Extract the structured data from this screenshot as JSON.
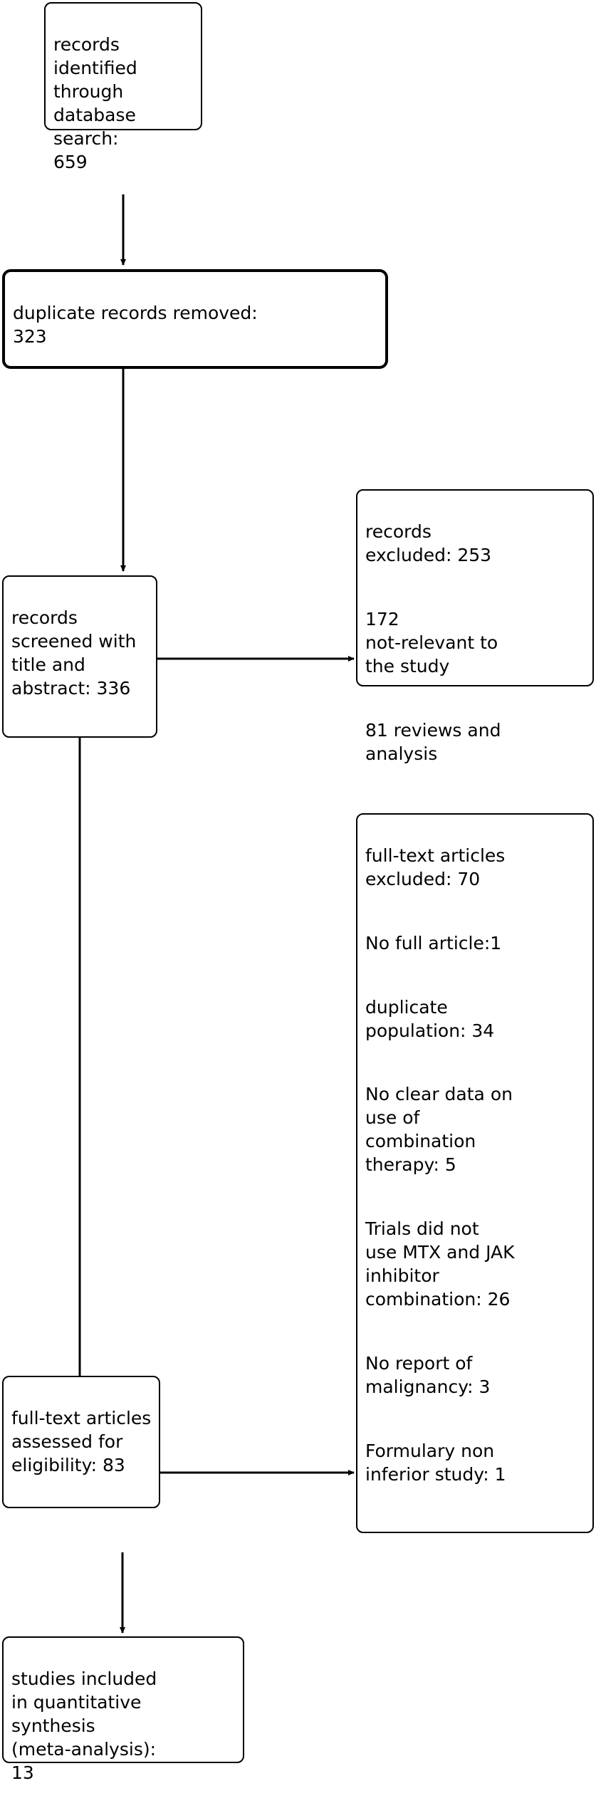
{
  "diagram": {
    "type": "prisma-flow-diagram",
    "title": "",
    "background_color": "#ffffff",
    "line_color": "#000000",
    "text_color": "#000000",
    "nodes": [
      {
        "id": "identified",
        "name": "records-identified-box",
        "text": "records\nidentified\nthrough\ndatabase search:\n659",
        "count": 659,
        "emphasis": "normal"
      },
      {
        "id": "duplicates",
        "name": "duplicate-records-removed-box",
        "text": "duplicate records removed:\n323",
        "count": 323,
        "emphasis": "thick"
      },
      {
        "id": "screened",
        "name": "records-screened-box",
        "text": "records\nscreened with\ntitle and\nabstract: 336",
        "count": 336,
        "emphasis": "normal"
      },
      {
        "id": "excluded_screening",
        "name": "records-excluded-box",
        "paragraphs": [
          "records\nexcluded: 253",
          "172\nnot-relevant to\nthe study",
          "81 reviews and\nanalysis"
        ],
        "count": 253,
        "emphasis": "normal"
      },
      {
        "id": "fulltext_excluded",
        "name": "full-text-articles-excluded-box",
        "paragraphs": [
          "full-text articles\nexcluded: 70",
          "No full article:1",
          "duplicate\npopulation: 34",
          "No clear data on\nuse of\ncombination\ntherapy: 5",
          "Trials did not\nuse MTX and JAK\ninhibitor\ncombination: 26",
          "No report of\nmalignancy: 3",
          "Formulary non\ninferior study: 1"
        ],
        "count": 70,
        "emphasis": "normal"
      },
      {
        "id": "assessed",
        "name": "full-text-articles-assessed-box",
        "text": "full-text articles\nassessed for\neligibility: 83",
        "count": 83,
        "emphasis": "normal"
      },
      {
        "id": "included",
        "name": "studies-included-box",
        "text": "studies included\nin quantitative\nsynthesis\n(meta-analysis):\n13",
        "count": 13,
        "emphasis": "normal"
      }
    ],
    "edges": [
      {
        "from": "identified",
        "to": "duplicates",
        "direction": "down"
      },
      {
        "from": "duplicates",
        "to": "screened",
        "direction": "down"
      },
      {
        "from": "screened",
        "to": "excluded_screening",
        "direction": "right"
      },
      {
        "from": "screened",
        "to": "assessed",
        "direction": "down"
      },
      {
        "from": "assessed",
        "to": "fulltext_excluded",
        "direction": "right"
      },
      {
        "from": "assessed",
        "to": "included",
        "direction": "down"
      }
    ]
  }
}
